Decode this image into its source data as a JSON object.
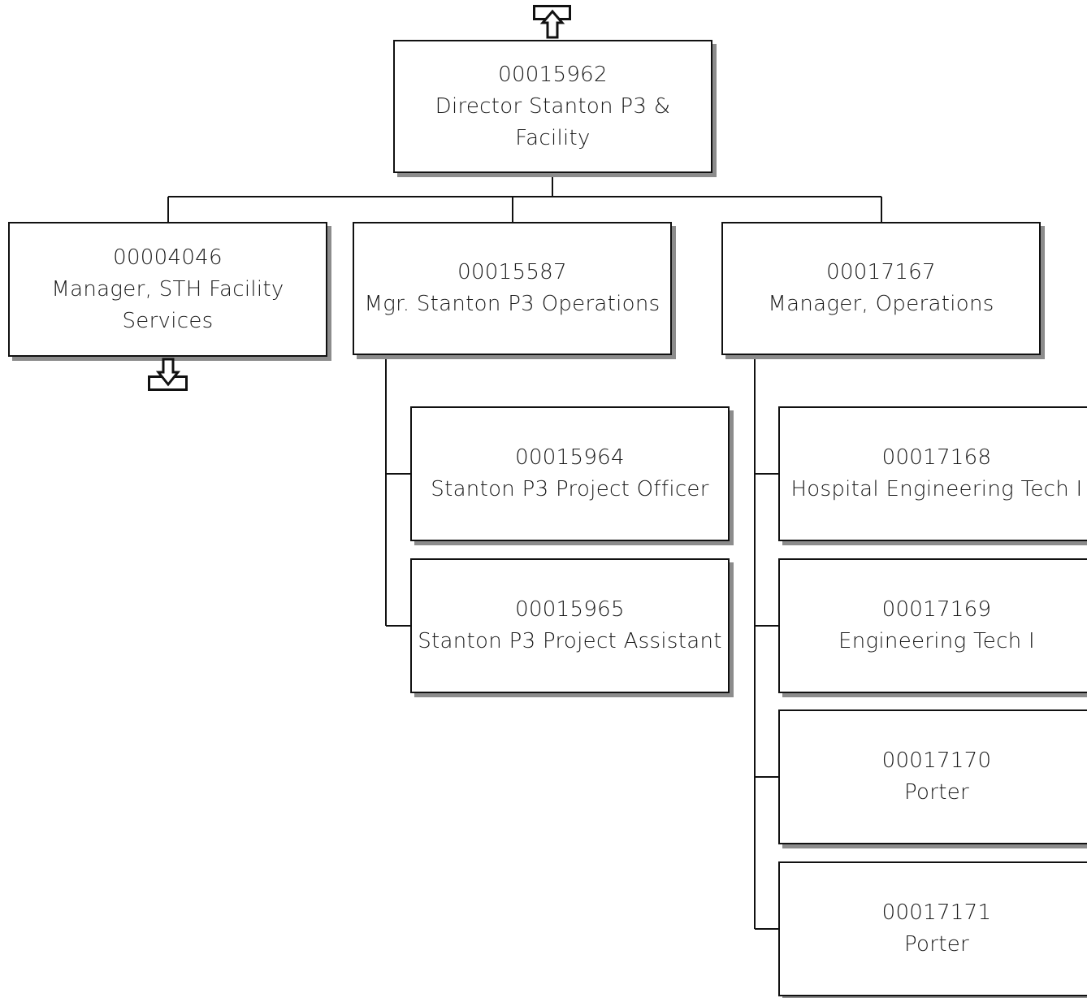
{
  "orgchart": {
    "top": {
      "id": "00015962",
      "title_line1": "Director Stanton P3 &",
      "title_line2": "Facility"
    },
    "managers": [
      {
        "id": "00004046",
        "title_line1": "Manager, STH Facility",
        "title_line2": "Services"
      },
      {
        "id": "00015587",
        "title": "Mgr. Stanton P3 Operations"
      },
      {
        "id": "00017167",
        "title": "Manager, Operations"
      }
    ],
    "reports_15587": [
      {
        "id": "00015964",
        "title": "Stanton P3 Project Officer"
      },
      {
        "id": "00015965",
        "title": "Stanton P3 Project Assistant"
      }
    ],
    "reports_17167": [
      {
        "id": "00017168",
        "title": "Hospital Engineering Tech I"
      },
      {
        "id": "00017169",
        "title": "Engineering Tech I"
      },
      {
        "id": "00017170",
        "title": "Porter"
      },
      {
        "id": "00017171",
        "title": "Porter"
      }
    ],
    "icons": {
      "up": "navigate-up-arrow-icon",
      "down": "navigate-down-arrow-icon"
    },
    "colors": {
      "border": "#111111",
      "shadow": "#8c8c8c",
      "background": "#ffffff"
    }
  }
}
